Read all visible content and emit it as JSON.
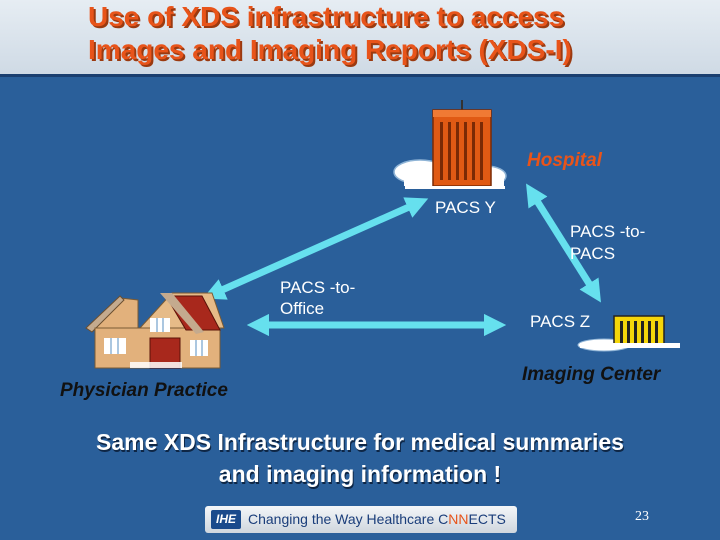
{
  "title": {
    "line1": "Use of XDS infrastructure to access",
    "line2": "Images and Imaging Reports (XDS-I)"
  },
  "labels": {
    "hospital": "Hospital",
    "pacs_y": "PACS Y",
    "pacs_to_pacs_1": "PACS -to-",
    "pacs_to_pacs_2": "PACS",
    "pacs_to_office_1": "PACS -to-",
    "pacs_to_office_2": "Office",
    "pacs_z": "PACS Z",
    "imaging_center": "Imaging Center",
    "physician_practice": "Physician Practice"
  },
  "bottom_text": {
    "line1": "Same XDS Infrastructure for medical summaries",
    "line2": "and imaging information !"
  },
  "footer": {
    "logo_text": "IHE",
    "tagline_prefix": "Changing the Way Healthcare C",
    "tagline_accent": "NN",
    "tagline_suffix": "ECTS",
    "page_number": "23"
  },
  "icons": [
    "hospital-building-icon",
    "imaging-center-building-icon",
    "physician-house-icon"
  ],
  "colors": {
    "background": "#2a5f9a",
    "title": "#e8541a",
    "arrow": "#66e0ee",
    "building": "#e05a14"
  }
}
